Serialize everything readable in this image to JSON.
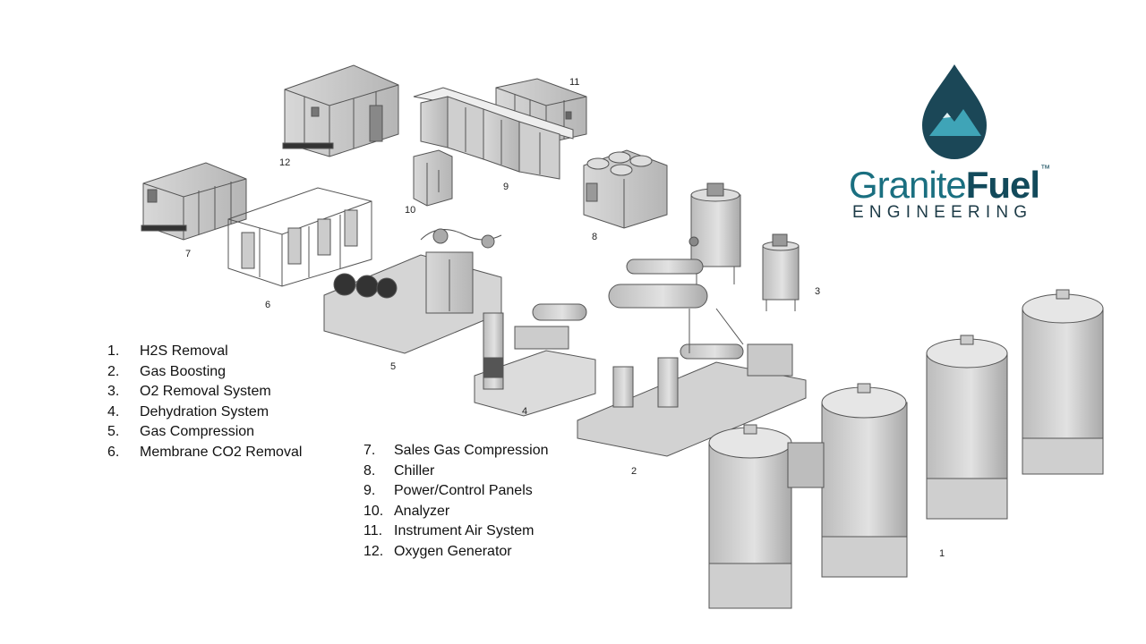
{
  "logo": {
    "name_light": "Granite",
    "name_bold": "Fuel",
    "trademark": "™",
    "subtitle": "ENGINEERING",
    "drop_color": "#1b4757",
    "mountain_color": "#3fa4b7"
  },
  "callouts": [
    "1",
    "2",
    "3",
    "4",
    "5",
    "6",
    "7",
    "8",
    "9",
    "10",
    "11",
    "12"
  ],
  "legend_left": [
    {
      "num": "1.",
      "label": "H2S Removal"
    },
    {
      "num": "2.",
      "label": "Gas Boosting"
    },
    {
      "num": "3.",
      "label": "O2 Removal System"
    },
    {
      "num": "4.",
      "label": "Dehydration System"
    },
    {
      "num": "5.",
      "label": "Gas Compression"
    },
    {
      "num": "6.",
      "label": "Membrane CO2 Removal"
    }
  ],
  "legend_right": [
    {
      "num": "7.",
      "label": "Sales Gas Compression"
    },
    {
      "num": "8.",
      "label": "Chiller"
    },
    {
      "num": "9.",
      "label": "Power/Control Panels"
    },
    {
      "num": "10.",
      "label": "Analyzer"
    },
    {
      "num": "11.",
      "label": "Instrument Air System"
    },
    {
      "num": "12.",
      "label": "Oxygen Generator"
    }
  ]
}
